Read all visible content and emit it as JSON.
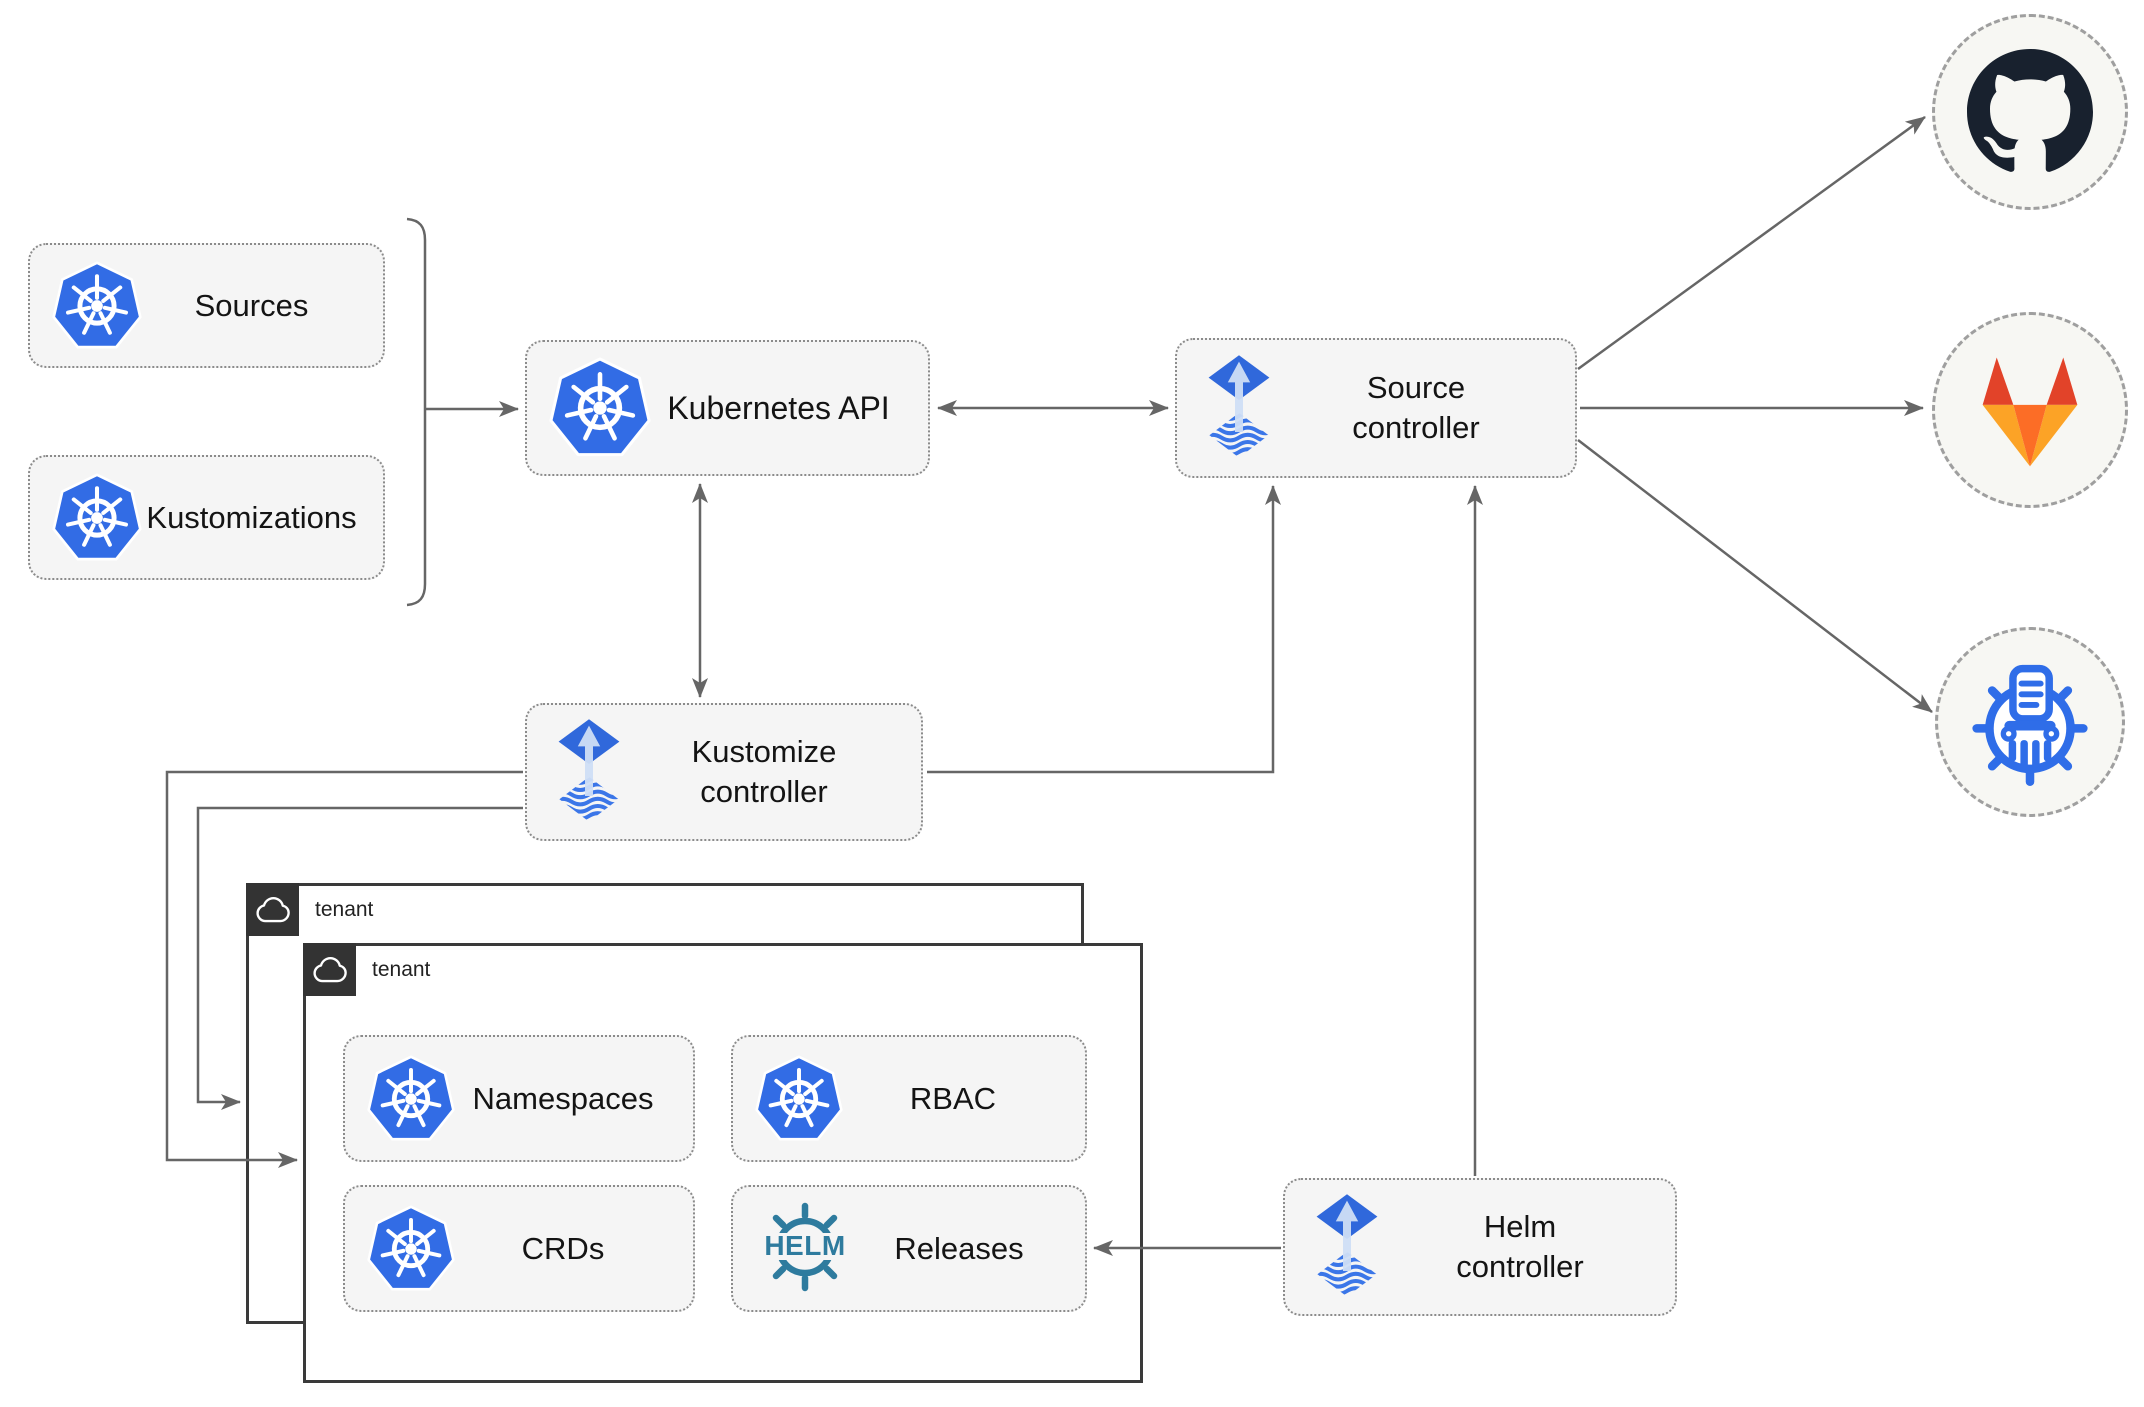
{
  "nodes": {
    "sources": {
      "label": "Sources",
      "icon": "kubernetes-icon"
    },
    "kustomizations": {
      "label": "Kustomizations",
      "icon": "kubernetes-icon"
    },
    "kubernetes_api": {
      "label": "Kubernetes API",
      "icon": "kubernetes-icon"
    },
    "source_controller": {
      "lines": [
        "Source",
        "controller"
      ],
      "icon": "flux-icon"
    },
    "kustomize_controller": {
      "lines": [
        "Kustomize",
        "controller"
      ],
      "icon": "flux-icon"
    },
    "helm_controller": {
      "lines": [
        "Helm",
        "controller"
      ],
      "icon": "flux-icon"
    },
    "namespaces": {
      "label": "Namespaces",
      "icon": "kubernetes-icon"
    },
    "rbac": {
      "label": "RBAC",
      "icon": "kubernetes-icon"
    },
    "crds": {
      "label": "CRDs",
      "icon": "kubernetes-icon"
    },
    "releases": {
      "label": "Releases",
      "icon": "helm-icon",
      "logo_text": "HELM"
    }
  },
  "tenants": {
    "back": {
      "label": "tenant"
    },
    "front": {
      "label": "tenant"
    }
  },
  "remotes": {
    "github": {
      "icon": "github-icon"
    },
    "gitlab": {
      "icon": "gitlab-icon"
    },
    "chartmuseum": {
      "icon": "chartmuseum-icon"
    }
  },
  "colors": {
    "node_bg": "#f5f5f5",
    "node_border": "#8b8b8b",
    "arrow": "#666666",
    "kubernetes_blue": "#326ce5",
    "flux_blue": "#3068db",
    "flux_stripe": "#3b76e8",
    "flux_arrow_light": "#cfdef5",
    "helm_teal": "#2e7b9e",
    "github_dark": "#18212e",
    "gitlab_red": "#e24329",
    "gitlab_orange": "#fc6d26",
    "gitlab_yellow": "#fca326",
    "chartmuseum_blue": "#2f6de8",
    "tenant_border": "#3a3a3a",
    "tenant_badge_bg": "#333333"
  }
}
